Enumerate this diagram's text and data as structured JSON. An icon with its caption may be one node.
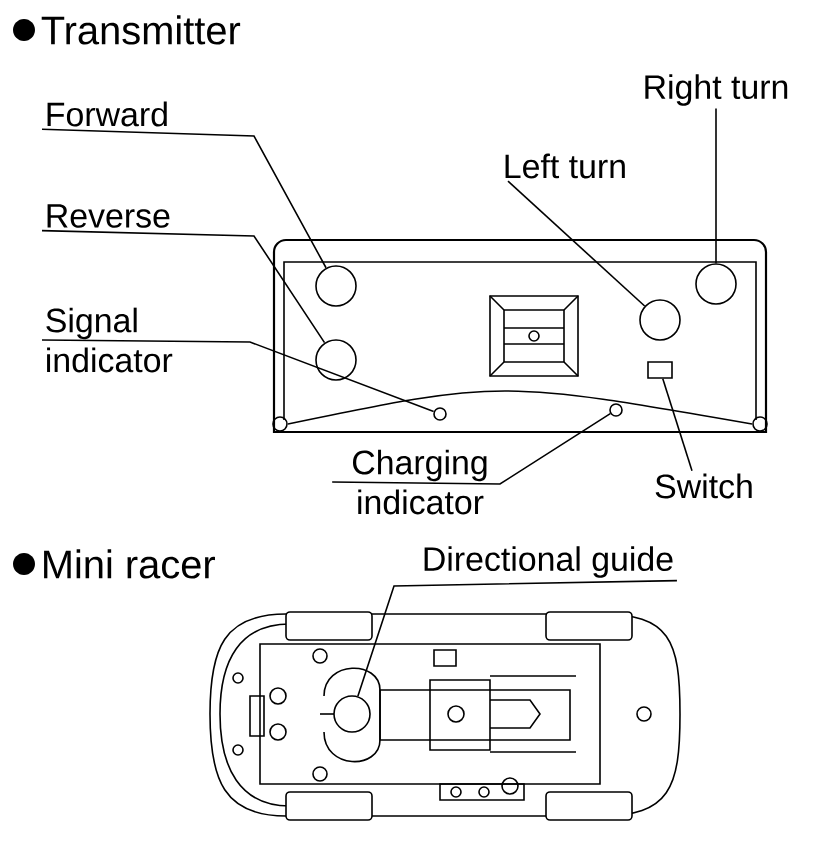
{
  "diagram": {
    "nodes": [
      {
        "text": [
          "Forward"
        ]
      },
      {
        "text": [
          "Reverse"
        ]
      },
      {
        "text": [
          "Signal indicator"
        ]
      },
      {
        "text": [
          "Left turn"
        ]
      },
      {
        "text": [
          "Right turn"
        ]
      },
      {
        "text": [
          "Charging indicator"
        ]
      },
      {
        "text": [
          "Switch"
        ]
      },
      {
        "text": [
          "Directional guide"
        ]
      },
      {
        "text": [],
        "shape": "circle"
      },
      {
        "text": [],
        "shape": "circle"
      },
      {
        "text": [],
        "shape": "circle"
      },
      {
        "text": [],
        "shape": "circle"
      },
      {
        "text": [],
        "shape": "circle"
      },
      {
        "text": [],
        "shape": "circle"
      },
      {
        "text": [],
        "shape": "box"
      },
      {
        "text": [],
        "shape": "circle"
      }
    ],
    "edges": [
      {
        "from": 0,
        "to": 8,
        "arrow": "none"
      },
      {
        "from": 1,
        "to": 9,
        "arrow": "none"
      },
      {
        "from": 2,
        "to": 10,
        "arrow": "none"
      },
      {
        "from": 3,
        "to": 11,
        "arrow": "none"
      },
      {
        "from": 4,
        "to": 12,
        "arrow": "none"
      },
      {
        "from": 5,
        "to": 13,
        "arrow": "none"
      },
      {
        "from": 6,
        "to": 14,
        "arrow": "none"
      },
      {
        "from": 7,
        "to": 15,
        "arrow": "none"
      }
    ],
    "labels": [
      "Transmitter",
      "Mini racer"
    ]
  }
}
